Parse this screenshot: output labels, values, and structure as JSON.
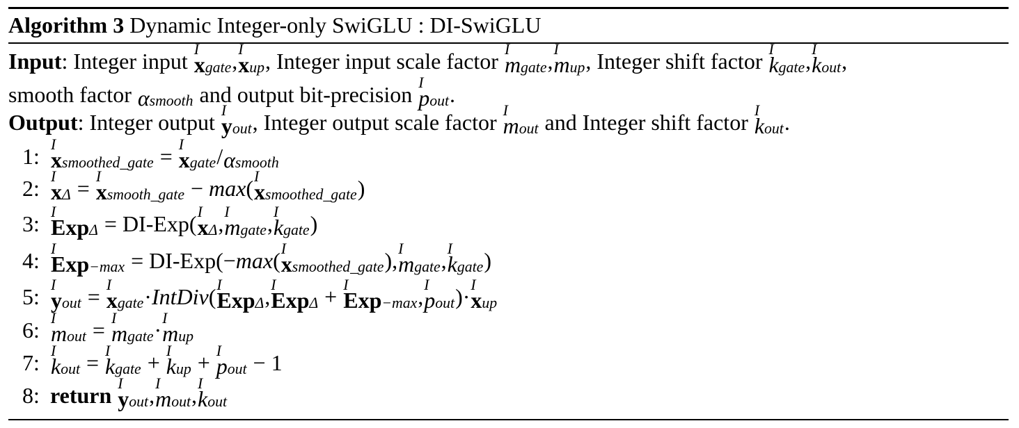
{
  "algorithm": {
    "label": "Algorithm 3",
    "title": "Dynamic Integer-only SwiGLU : DI-SwiGLU"
  },
  "io": {
    "input_label": "Input",
    "input_text_1": ": Integer input",
    "input_text_2": ", Integer input scale factor",
    "input_text_3": ", Integer shift factor",
    "input_text_4": "smooth factor",
    "input_text_5": "and output bit-precision",
    "output_label": "Output",
    "output_text_1": ": Integer output",
    "output_text_2": ", Integer output scale factor",
    "output_text_3": "and Integer shift factor"
  },
  "symbols": {
    "x": "x",
    "y": "y",
    "m": "m",
    "k": "k",
    "p": "p",
    "alpha": "α",
    "I": "I",
    "gate": "gate",
    "up": "up",
    "out": "out",
    "smooth": "smooth",
    "smoothed_gate": "smoothed_gate",
    "smooth_gate": "smooth_gate",
    "delta": "Δ",
    "minus_max": "−max",
    "Exp": "Exp",
    "max": "max",
    "di_exp": "DI-Exp",
    "intdiv": "IntDiv",
    "return": "return",
    "one": "1"
  },
  "steps": [
    "1:",
    "2:",
    "3:",
    "4:",
    "5:",
    "6:",
    "7:",
    "8:"
  ]
}
